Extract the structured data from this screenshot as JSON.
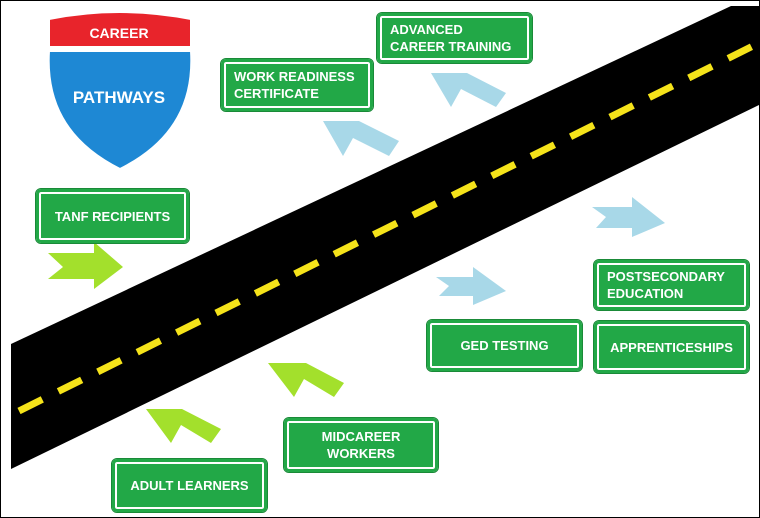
{
  "logo": {
    "top": "CAREER",
    "bottom": "PATHWAYS",
    "colors": {
      "top": "#e8242b",
      "bottom": "#1e88d4",
      "outline": "#ffffff"
    }
  },
  "signs": {
    "advanced_career_training": "ADVANCED CAREER TRAINING",
    "work_readiness_certificate": "WORK READINESS CERTIFICATE",
    "tanf_recipients": "TANF RECIPIENTS",
    "postsecondary_education": "POSTSECONDARY EDUCATION",
    "ged_testing": "GED TESTING",
    "apprenticeships": "APPRENTICESHIPS",
    "midcareer_workers": "MIDCAREER WORKERS",
    "adult_learners": "ADULT LEARNERS"
  },
  "colors": {
    "sign_green": "#22a847",
    "road": "#000000",
    "lane_marking": "#f5e31a",
    "entry_arrow": "#a3e02c",
    "exit_arrow": "#a8d8e8"
  }
}
